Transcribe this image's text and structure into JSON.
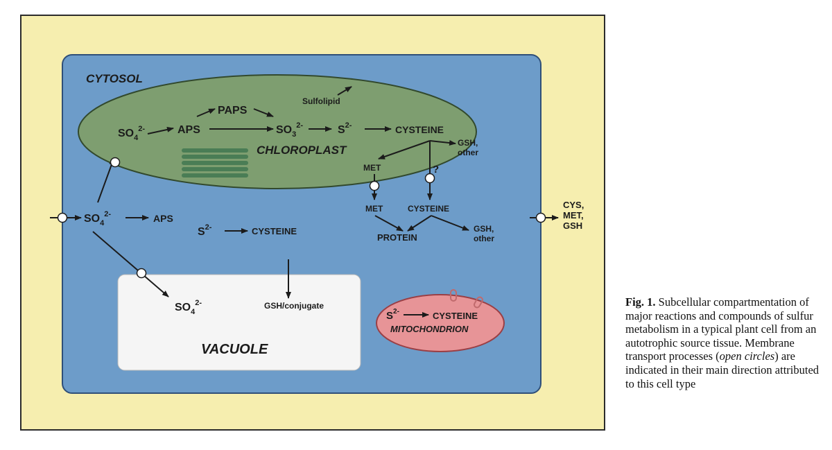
{
  "compartments": {
    "cytosol": "CYTOSOL",
    "chloroplast": "CHLOROPLAST",
    "vacuole": "VACUOLE",
    "mitochondrion": "MITOCHONDRION"
  },
  "chloroplast_nodes": {
    "sulfate": "SO",
    "sulfate_sub": "4",
    "sulfate_sup": "2-",
    "aps": "APS",
    "paps": "PAPS",
    "sulfite": "SO",
    "sulfite_sub": "3",
    "sulfite_sup": "2-",
    "sulfide": "S",
    "sulfide_sup": "2-",
    "cysteine": "CYSTEINE",
    "sulfolipid": "Sulfolipid",
    "gsh_other_1": "GSH,",
    "gsh_other_2": "other",
    "met": "MET"
  },
  "cytosol_nodes": {
    "sulfate": "SO",
    "sulfate_sub": "4",
    "sulfate_sup": "2-",
    "aps": "APS",
    "sulfide": "S",
    "sulfide_sup": "2-",
    "cysteine": "CYSTEINE",
    "met": "MET",
    "cysteine2": "CYSTEINE",
    "protein": "PROTEIN",
    "gsh_other_1": "GSH,",
    "gsh_other_2": "other",
    "unknown": "?",
    "export_1": "CYS,",
    "export_2": "MET,",
    "export_3": "GSH"
  },
  "vacuole_nodes": {
    "sulfate": "SO",
    "sulfate_sub": "4",
    "sulfate_sup": "2-",
    "gsh_conjugate": "GSH/conjugate"
  },
  "mitochondrion_nodes": {
    "sulfide": "S",
    "sulfide_sup": "2-",
    "cysteine": "CYSTEINE"
  },
  "caption": {
    "title": "Fig. 1.",
    "text_1": "Subcellular compartmentation of major reactions and compounds of sulfur metabolism in a typical plant cell from an autotrophic source tissue. Membrane transport processes (",
    "emphasis": "open circles",
    "text_2": ") are indicated in their main direction attributed to this cell type"
  },
  "colors": {
    "outer_cell": "#f6eeaf",
    "cytosol": "#6d9cc9",
    "chloroplast": "#7e9e70",
    "thylakoid": "#4a7d55",
    "vacuole": "#f5f5f5",
    "mitochondrion": "#e79497",
    "arrow": "#1b1b1b",
    "compartment_label": "#3c5390"
  }
}
